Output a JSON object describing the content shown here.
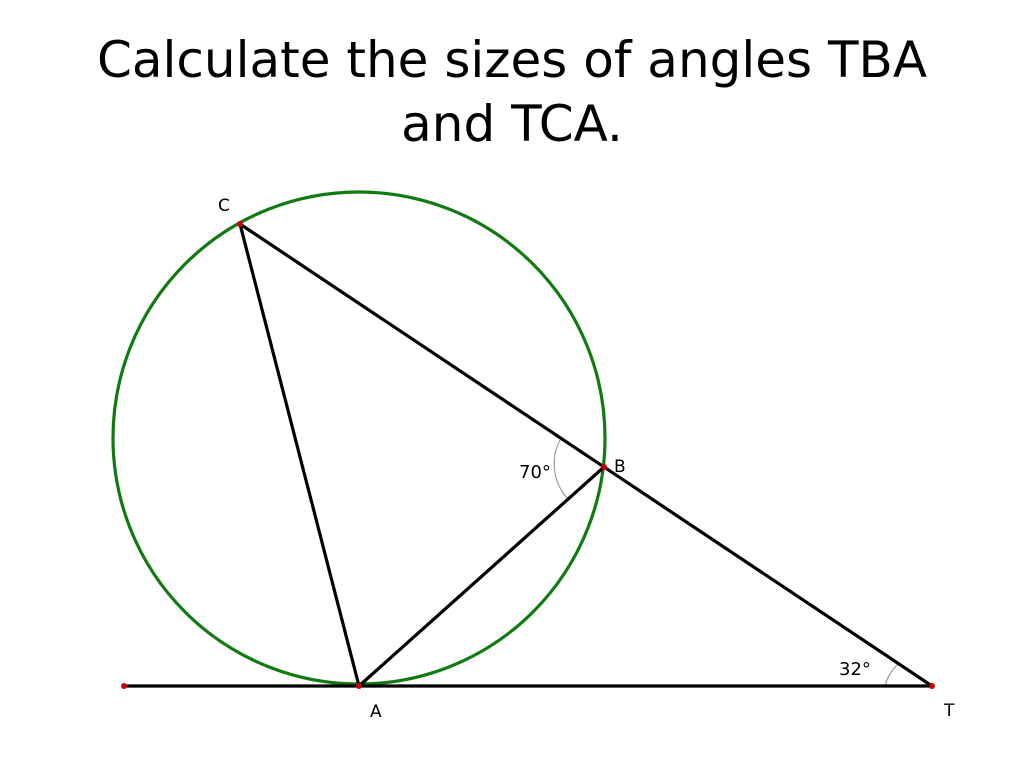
{
  "title": {
    "line1": "Calculate the sizes of angles TBA",
    "line2": "and TCA."
  },
  "points": {
    "C": "C",
    "B": "B",
    "A": "A",
    "T": "T"
  },
  "angles": {
    "at_B": "70°",
    "at_T": "32°"
  },
  "colors": {
    "circle": "#117a11",
    "lines": "#000000",
    "point_marker": "#cc0000",
    "angle_arc": "#999999"
  }
}
